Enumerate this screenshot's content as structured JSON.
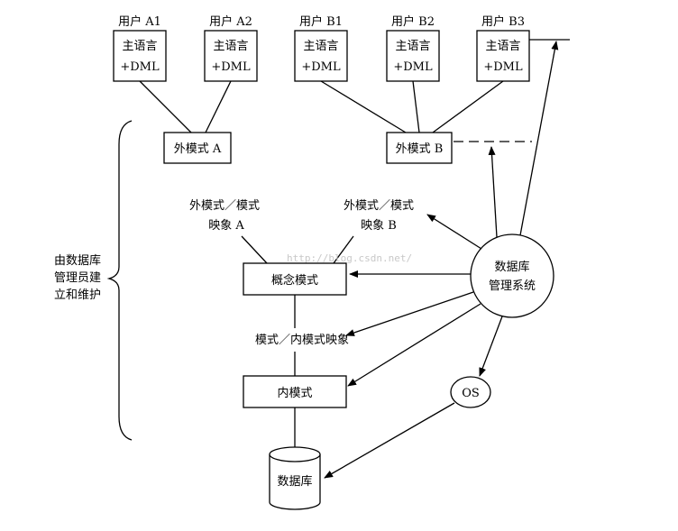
{
  "users": [
    {
      "name": "用户 A1",
      "line1": "主语言",
      "line2": "+DML"
    },
    {
      "name": "用户 A2",
      "line1": "主语言",
      "line2": "+DML"
    },
    {
      "name": "用户 B1",
      "line1": "主语言",
      "line2": "+DML"
    },
    {
      "name": "用户 B2",
      "line1": "主语言",
      "line2": "+DML"
    },
    {
      "name": "用户 B3",
      "line1": "主语言",
      "line2": "+DML"
    }
  ],
  "external_schemas": {
    "a": "外模式 A",
    "b": "外模式 B"
  },
  "mappings": {
    "a_line1": "外模式／模式",
    "a_line2": "映象 A",
    "b_line1": "外模式／模式",
    "b_line2": "映象 B",
    "inner": "模式／内模式映象"
  },
  "conceptual_schema": "概念模式",
  "internal_schema": "内模式",
  "database": "数据库",
  "dbms": {
    "line1": "数据库",
    "line2": "管理系统"
  },
  "os": "OS",
  "brace_label": {
    "line1": "由数据库",
    "line2": "管理员建",
    "line3": "立和维护"
  },
  "watermark": "http://blog.csdn.net/"
}
